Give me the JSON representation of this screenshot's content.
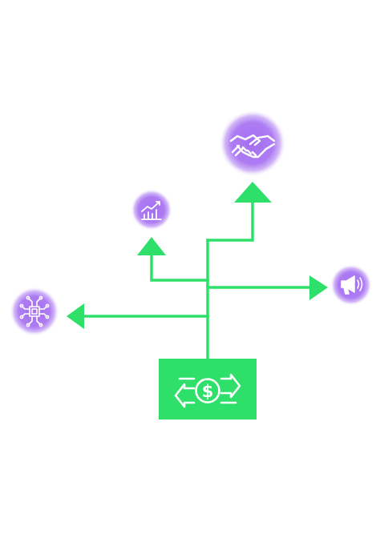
{
  "diagram": {
    "colors": {
      "line": "#2ee06a",
      "box": "#2ee06a",
      "glow": "#a975f2",
      "glow_edge": "#e4d2fb",
      "icon": "#ffffff",
      "background": "#ffffff"
    },
    "source": {
      "icon": "dollar-exchange-icon"
    },
    "nodes": [
      {
        "id": "handshake",
        "icon": "handshake-icon",
        "direction": "up"
      },
      {
        "id": "growth-chart",
        "icon": "growth-chart-icon",
        "direction": "up"
      },
      {
        "id": "megaphone",
        "icon": "megaphone-icon",
        "direction": "right"
      },
      {
        "id": "circuit-chip",
        "icon": "circuit-chip-icon",
        "direction": "left"
      }
    ]
  }
}
